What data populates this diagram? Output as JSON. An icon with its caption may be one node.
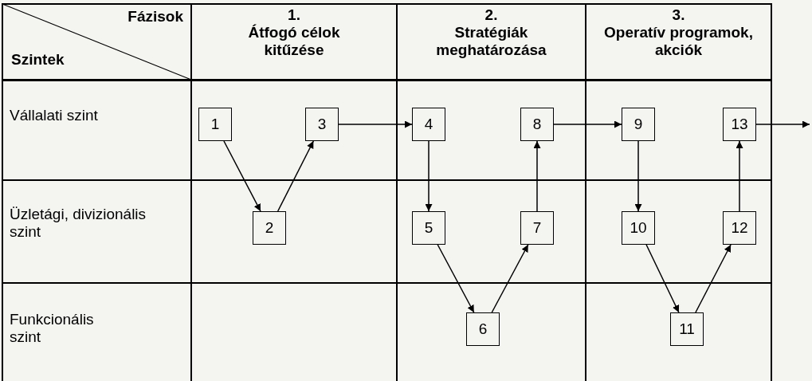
{
  "diagram": {
    "nodes": [
      {
        "text": [
          "1"
        ]
      },
      {
        "text": [
          "2"
        ]
      },
      {
        "text": [
          "3"
        ]
      },
      {
        "text": [
          "4"
        ]
      },
      {
        "text": [
          "5"
        ]
      },
      {
        "text": [
          "6"
        ]
      },
      {
        "text": [
          "7"
        ]
      },
      {
        "text": [
          "8"
        ]
      },
      {
        "text": [
          "9"
        ]
      },
      {
        "text": [
          "10"
        ]
      },
      {
        "text": [
          "11"
        ]
      },
      {
        "text": [
          "12"
        ]
      },
      {
        "text": [
          "13"
        ]
      }
    ],
    "edges": [
      {
        "from": 0,
        "to": 1,
        "arrow": "to"
      },
      {
        "from": 1,
        "to": 2,
        "arrow": "to"
      },
      {
        "from": 2,
        "to": 3,
        "arrow": "to"
      },
      {
        "from": 3,
        "to": 4,
        "arrow": "to"
      },
      {
        "from": 4,
        "to": 5,
        "arrow": "to"
      },
      {
        "from": 5,
        "to": 6,
        "arrow": "to"
      },
      {
        "from": 6,
        "to": 7,
        "arrow": "to"
      },
      {
        "from": 7,
        "to": 8,
        "arrow": "to"
      },
      {
        "from": 8,
        "to": 9,
        "arrow": "to"
      },
      {
        "from": 9,
        "to": 10,
        "arrow": "to"
      },
      {
        "from": 10,
        "to": 11,
        "arrow": "to"
      },
      {
        "from": 11,
        "to": 12,
        "arrow": "to"
      },
      {
        "from": 12,
        "to": null,
        "arrow": "to"
      }
    ],
    "labels": [
      "Fázisok",
      "Szintek",
      "1.",
      "Átfogó célok kitűzése",
      "2.",
      "Stratégiák meghatározása",
      "3.",
      "Operatív programok, akciók",
      "Vállalati szint",
      "Üzletági, divizionális szint",
      "Funkcionális szint"
    ]
  }
}
